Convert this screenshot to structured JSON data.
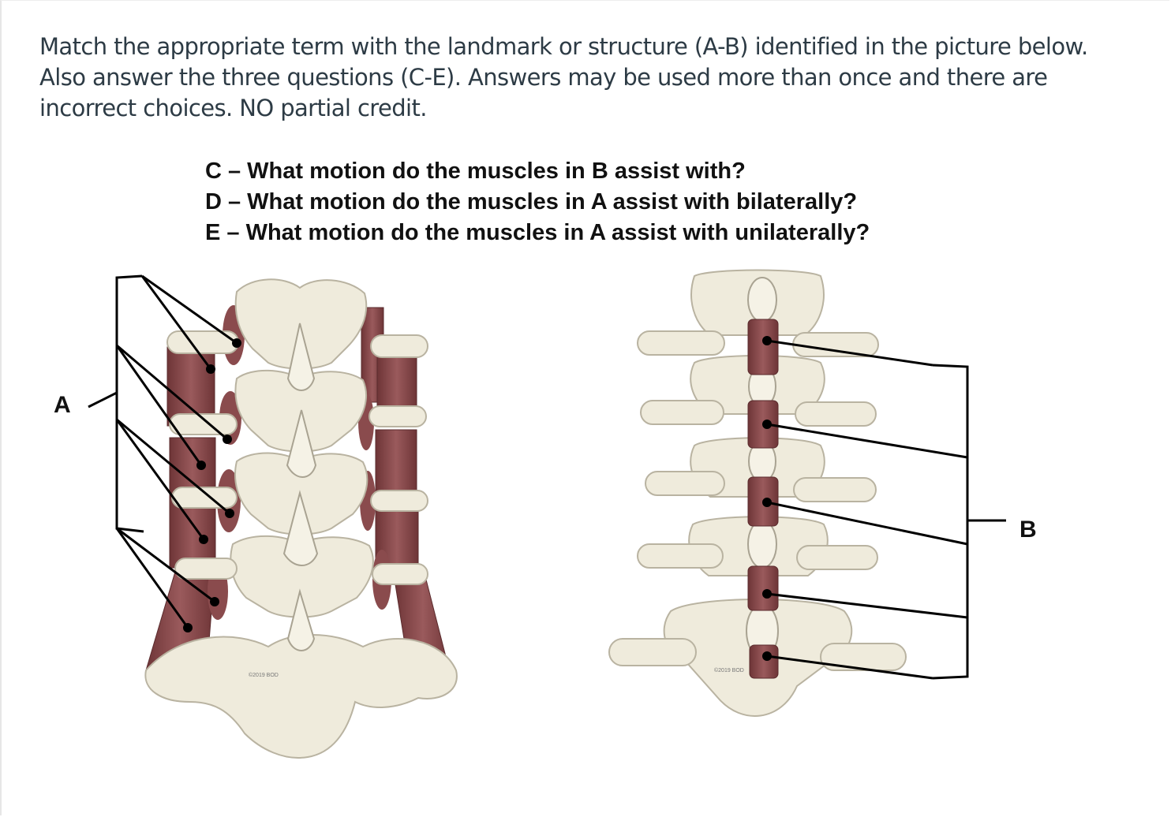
{
  "instructions": {
    "lines": [
      "Match the appropriate term with the landmark or structure (A-B) identified in the picture below.",
      "Also answer the three questions (C-E). Answers may be used more than once and there are",
      "incorrect choices. NO partial credit."
    ]
  },
  "questions": [
    "C – What motion do the muscles in B assist with?",
    "D – What motion do the muscles in A assist with bilaterally?",
    "E – What motion do the muscles in A assist with unilaterally?"
  ],
  "figure": {
    "label_a": "A",
    "label_b": "B",
    "copyright_left": "©2019 BOD",
    "copyright_right": "©2019 BOD"
  },
  "colors": {
    "bone": "#efebdc",
    "bone_outline": "#b9b3a1",
    "muscle": "#8a4b4d",
    "muscle_dark": "#6e3537",
    "line": "#000000",
    "text_primary": "#2d3b45"
  }
}
